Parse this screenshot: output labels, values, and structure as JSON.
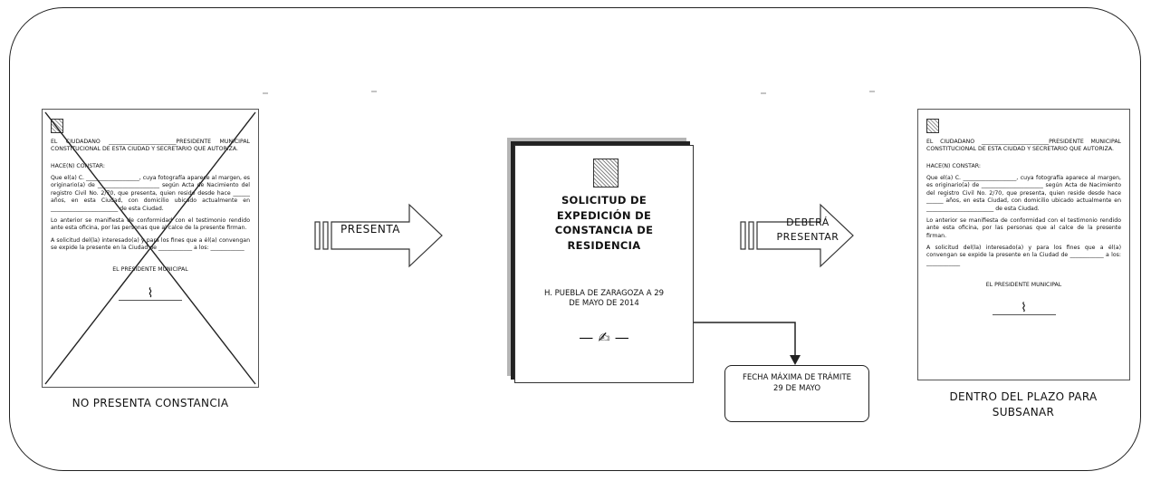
{
  "left_document": {
    "line_1": "EL CIUDADANO ________________________PRESIDENTE MUNICIPAL CONSTITUCIONAL DE ESTA CIUDAD Y SECRETARIO QUE AUTORIZA.",
    "line_2": "HACE(N) CONSTAR:",
    "line_3": "Que el(a) C. ___________________, cuya fotografía aparece al margen, es originario(a) de ______________________ según Acta de Nacimiento del registro Civil No. 2/70, que presenta, quien reside desde hace ______ años, en esta Ciudad, con domicilio ubicado actualmente en ________________________ de esta Ciudad.",
    "line_4": "Lo anterior se manifiesta de conformidad con el testimonio rendido ante esta oficina, por las personas que al calce de la presente firman.",
    "line_5": "A solicitud del(la) interesado(a) y para los fines que a él(a) convengan se expide la presente en la Ciudad de ____________ a los: ____________",
    "signature_label": "EL PRESIDENTE MUNICIPAL",
    "caption": "NO PRESENTA CONSTANCIA"
  },
  "arrow_1_label": "PRESENTA",
  "center_document": {
    "title": "SOLICITUD DE EXPEDICIÓN DE CONSTANCIA DE RESIDENCIA",
    "place_date": "H. PUEBLA DE ZARAGOZA A 29 DE MAYO DE 2014"
  },
  "deadline_box": "FECHA MÁXIMA DE TRÁMITE 29 DE MAYO",
  "arrow_2_label": "DEBERÁ PRESENTAR",
  "right_document": {
    "line_1": "EL CIUDADANO ________________________PRESIDENTE MUNICIPAL CONSTITUCIONAL DE ESTA CIUDAD Y SECRETARIO QUE AUTORIZA.",
    "line_2": "HACE(N) CONSTAR:",
    "line_3": "Que el(a) C. ___________________, cuya fotografía aparece al margen, es originario(a) de ______________________ según Acta de Nacimiento del registro Civil No. 2/70, que presenta, quien reside desde hace ______ años, en esta Ciudad, con domicilio ubicado actualmente en ________________________ de esta Ciudad.",
    "line_4": "Lo anterior se manifiesta de conformidad con el testimonio rendido ante esta oficina, por las personas que al calce de la presente firman.",
    "line_5": "A solicitud del(la) interesado(a) y para los fines que a él(a) convengan se expide la presente en la Ciudad de ____________ a los: ____________",
    "signature_label": "EL PRESIDENTE MUNICIPAL",
    "caption": "DENTRO DEL PLAZO PARA SUBSANAR"
  }
}
